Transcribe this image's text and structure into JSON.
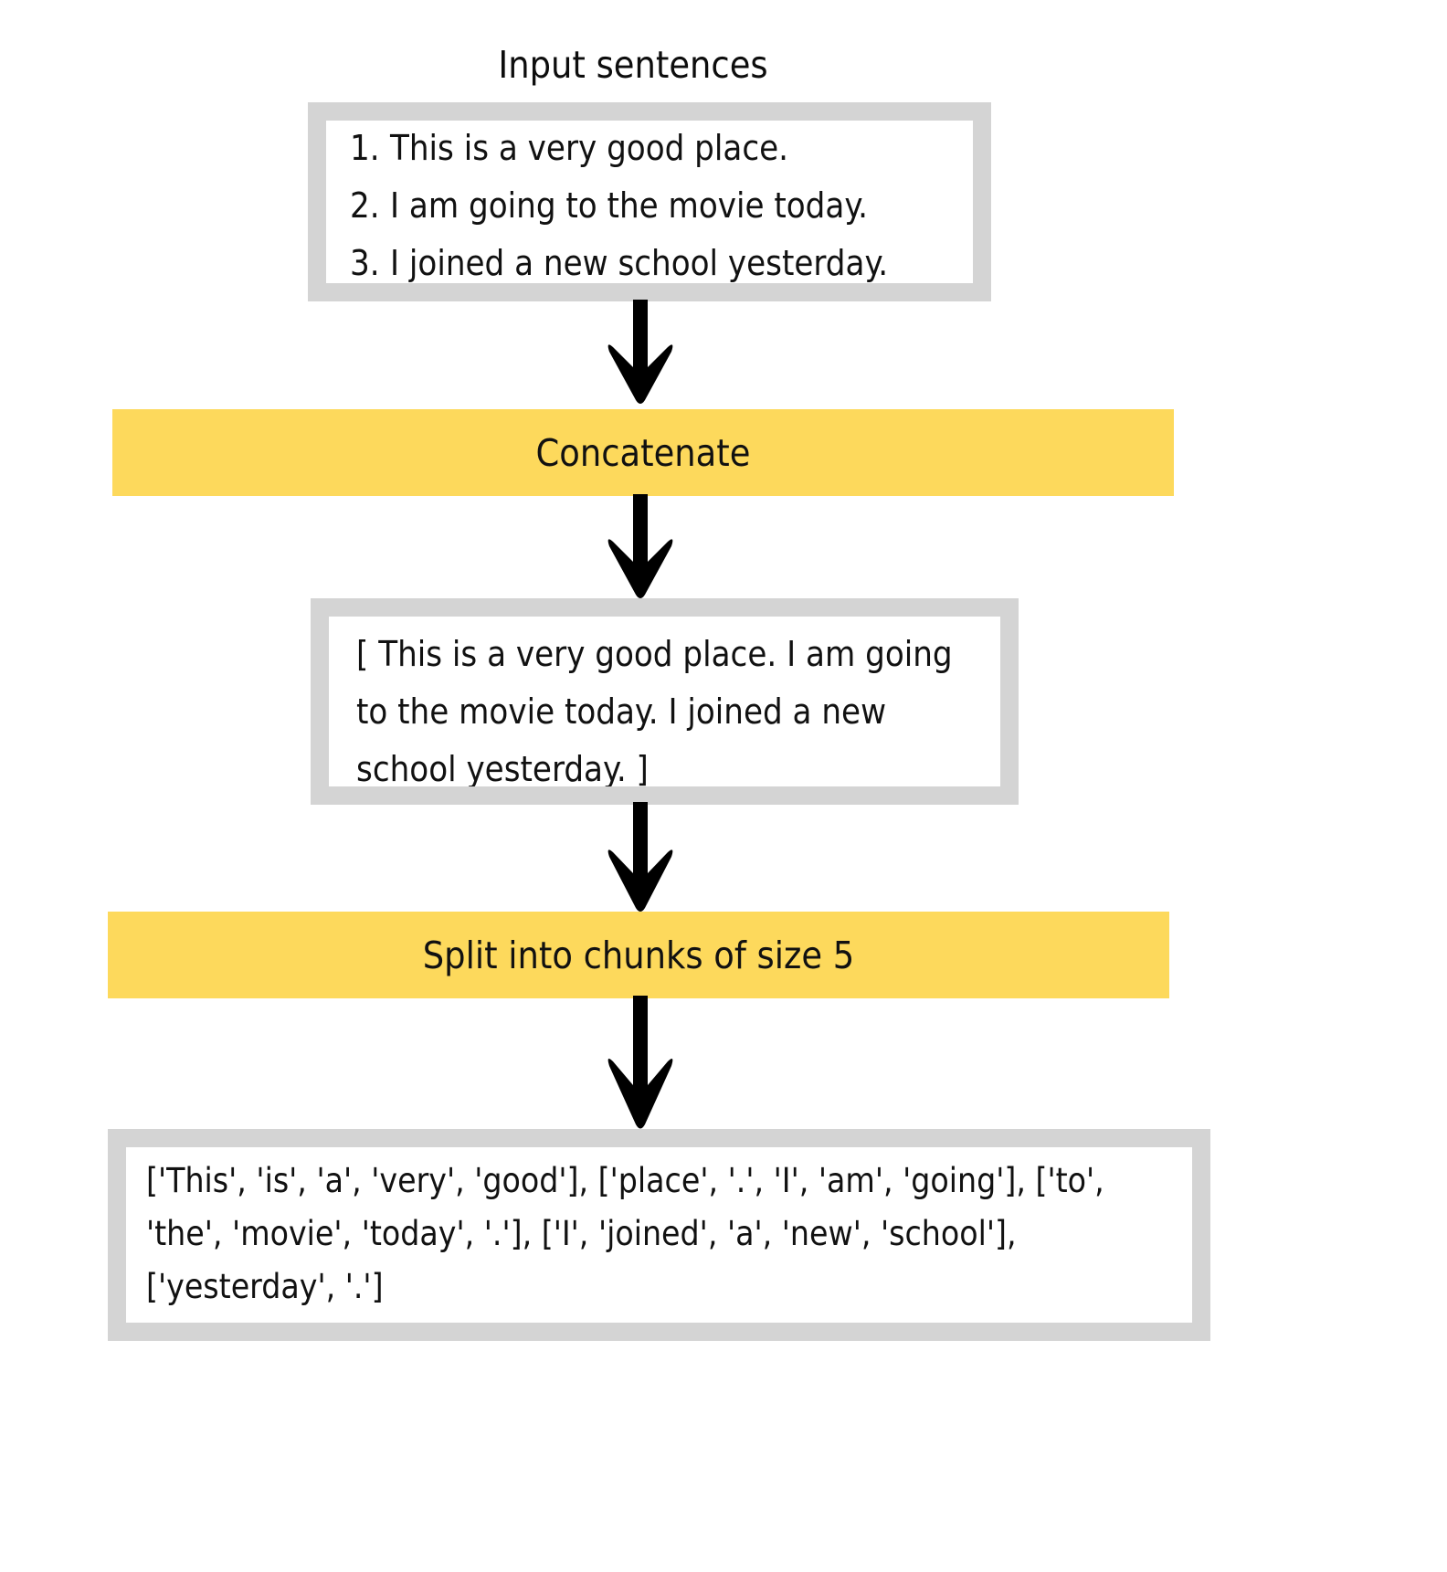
{
  "diagram": {
    "title": "Input sentences",
    "background_color": "#ffffff",
    "accent_color": "#fdd95c",
    "frame_color": "#d4d4d4",
    "text_color": "#111111",
    "input_box": {
      "items": [
        {
          "number": "1.",
          "text": "This is a very good place."
        },
        {
          "number": "2.",
          "text": "I am going to the movie today."
        },
        {
          "number": "3.",
          "text": "I joined a new school yesterday."
        }
      ]
    },
    "step_concatenate": {
      "label": "Concatenate"
    },
    "concat_box": {
      "text": "[ This is a very good place. I am going to the movie today. I joined a new school yesterday. ]"
    },
    "step_split": {
      "label": "Split into chunks of size 5"
    },
    "output_box": {
      "text": "['This', 'is', 'a', 'very', 'good'], ['place', '.', 'I', 'am', 'going'], ['to', 'the', 'movie', 'today', '.'], ['I', 'joined', 'a', 'new', 'school'], ['yesterday', '.']"
    },
    "arrows": {
      "down_arrow_icon": "arrow-down-icon",
      "count": 4
    }
  }
}
